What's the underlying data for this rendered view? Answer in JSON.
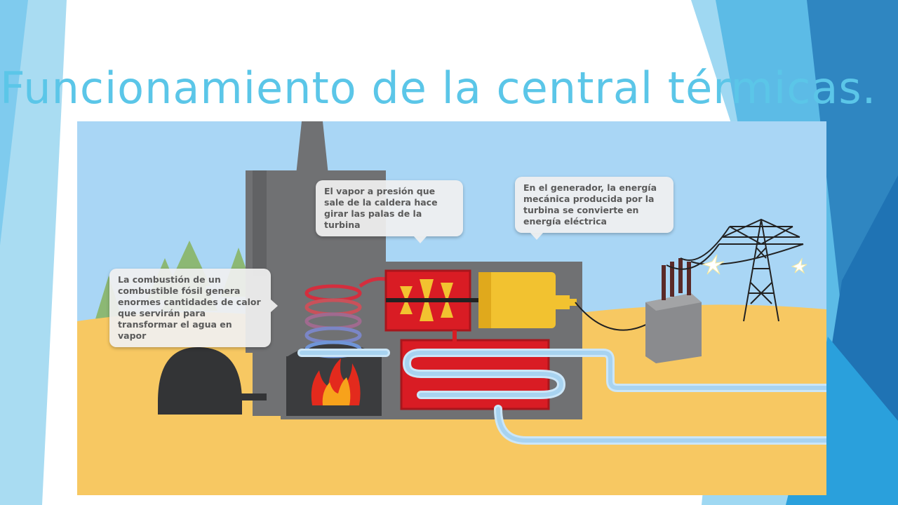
{
  "slide": {
    "title": "Funcionamiento de la central térmicas."
  },
  "illustration": {
    "callouts": {
      "turbine": "El vapor a presión que sale de la caldera hace girar las palas de la turbina",
      "generator": "En el generador, la energía mecánica producida por la turbina se convierte en energía eléctrica",
      "boiler": "La combustión de un combustible fósil genera enormes cantidades de calor que servirán para transformar el agua en vapor"
    }
  },
  "colors": {
    "title": "#5bc6e8",
    "sky": "#a9d6f5",
    "ground": "#f7c862",
    "building": "#707173",
    "boiler_red": "#d91c24",
    "generator_yellow": "#f2c230",
    "pipe_blue": "#a8d3f0"
  }
}
